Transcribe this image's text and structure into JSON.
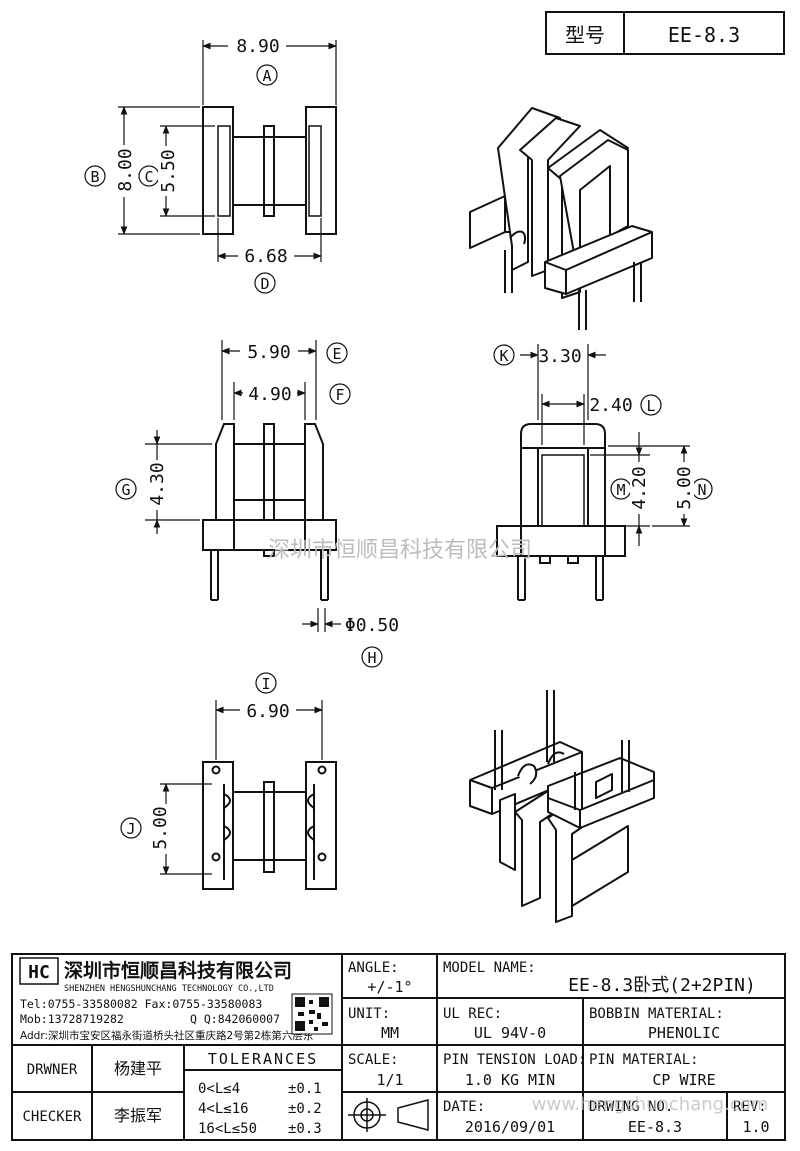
{
  "header": {
    "type_label": "型号",
    "type_value": "EE-8.3"
  },
  "dimensions": {
    "A": "A",
    "A_val": "8.90",
    "B": "B",
    "B_val": "8.00",
    "C": "C",
    "C_val": "5.50",
    "D": "D",
    "D_val": "6.68",
    "E": "E",
    "E_val": "5.90",
    "F": "F",
    "F_val": "4.90",
    "G": "G",
    "G_val": "4.30",
    "H": "H",
    "H_val": "Φ0.50",
    "I": "I",
    "I_val": "6.90",
    "J": "J",
    "J_val": "5.00",
    "K": "K",
    "K_val": "3.30",
    "L": "L",
    "L_val": "2.40",
    "M": "M",
    "M_val": "4.20",
    "N": "N",
    "N_val": "5.00"
  },
  "watermark": {
    "center": "深圳市恒顺昌科技有限公司",
    "footer": "www.hengshunchang.com"
  },
  "company": {
    "name_cn": "深圳市恒顺昌科技有限公司",
    "name_en": "SHENZHEN HENGSHUNCHANG TECHNOLOGY CO.,LTD",
    "tel": "Tel:0755-33580082 Fax:0755-33580083",
    "mob": "Mob:13728719282",
    "qq": "Q  Q:842060007",
    "addr": "Addr:深圳市宝安区福永街道桥头社区重庆路2号第2栋第六层东"
  },
  "title_block": {
    "angle_label": "ANGLE:",
    "angle_value": "+/-1°",
    "model_label": "MODEL NAME:",
    "model_value": "EE-8.3卧式(2+2PIN)",
    "unit_label": "UNIT:",
    "unit_value": "MM",
    "ul_label": "UL REC:",
    "ul_value": "UL 94V-0",
    "bobbin_label": "BOBBIN MATERIAL:",
    "bobbin_value": "PHENOLIC",
    "drawer_label": "DRWNER",
    "drawer_value": "杨建平",
    "checker_label": "CHECKER",
    "checker_value": "李振军",
    "tol_title": "TOLERANCES",
    "tol_rows": [
      {
        "range": "0<L≤4",
        "tol": "±0.1"
      },
      {
        "range": "4<L≤16",
        "tol": "±0.2"
      },
      {
        "range": "16<L≤50",
        "tol": "±0.3"
      }
    ],
    "scale_label": "SCALE:",
    "scale_value": "1/1",
    "pin_tension_label": "PIN TENSION LOAD:",
    "pin_tension_value": "1.0 KG MIN",
    "pin_material_label": "PIN MATERIAL:",
    "pin_material_value": "CP WIRE",
    "date_label": "DATE:",
    "date_value": "2016/09/01",
    "drawing_label": "DRWING NO.",
    "drawing_value": "EE-8.3",
    "rev_label": "REV:",
    "rev_value": "1.0"
  }
}
